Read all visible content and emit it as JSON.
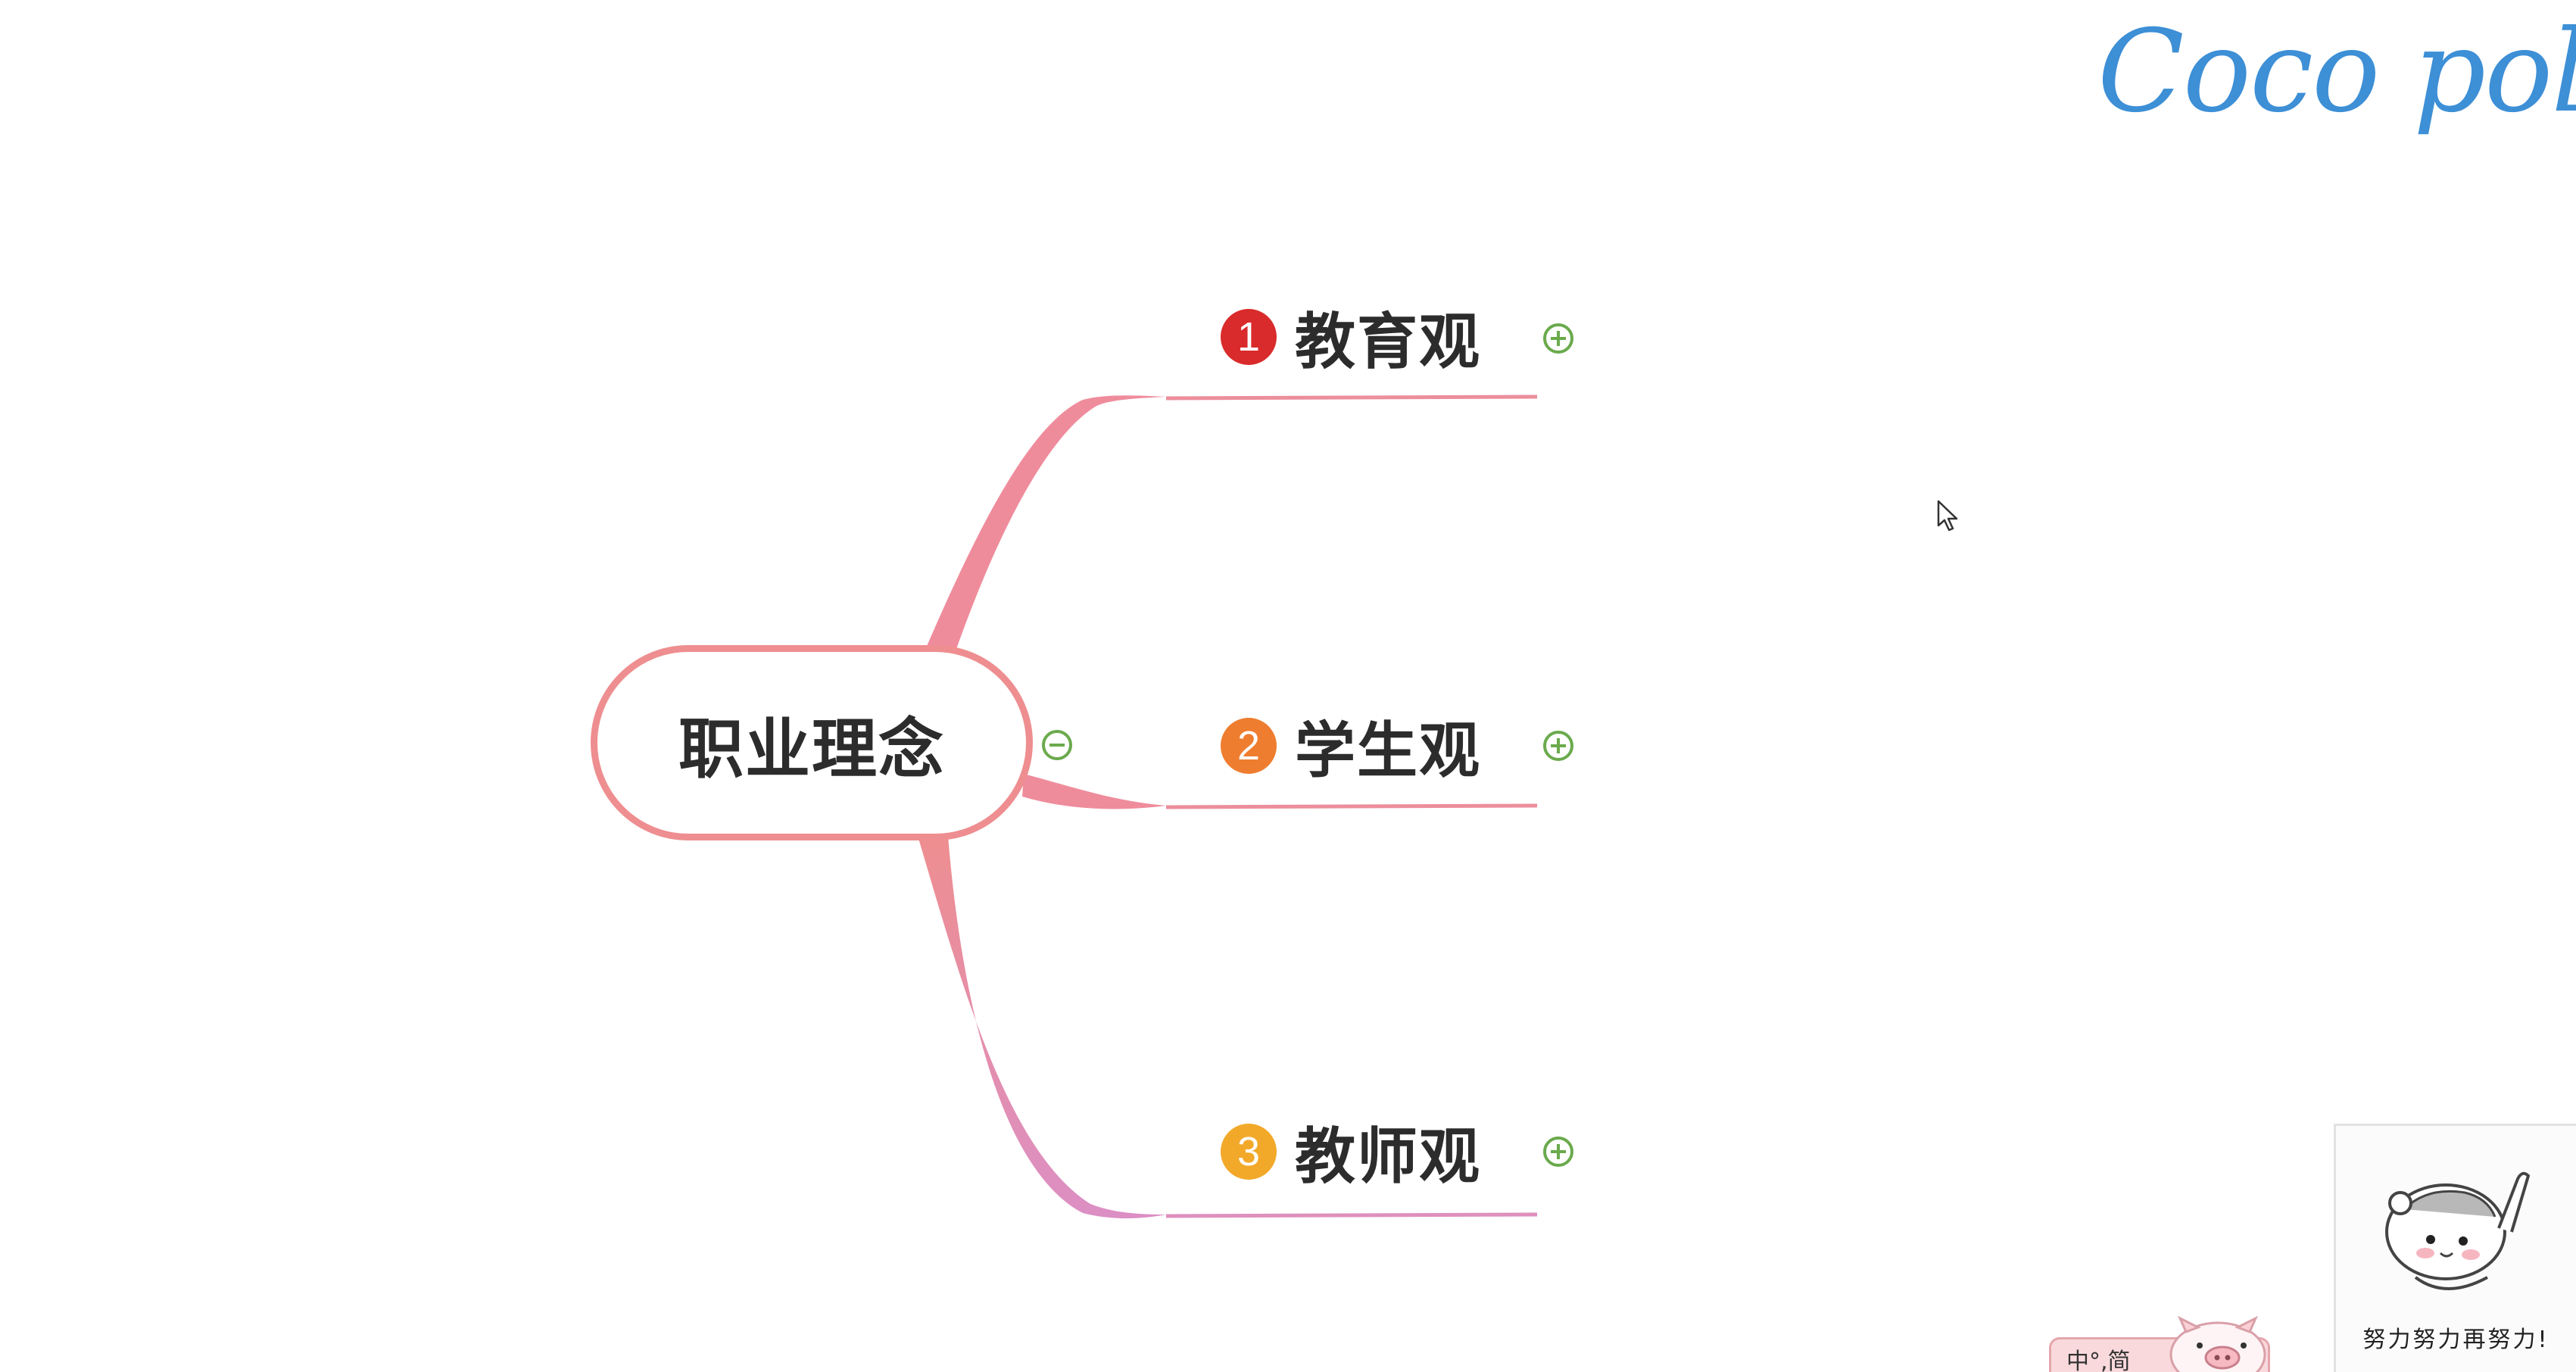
{
  "watermark": {
    "text": "Coco polaris"
  },
  "central_topic": {
    "label": "职业理念",
    "toggle": "collapse-icon",
    "border_color": "#ee8e90"
  },
  "branches": [
    {
      "number": "1",
      "label": "教育观",
      "badge_color": "#d92b2b",
      "toggle": "expand-icon",
      "line_color": "#ec8e9c"
    },
    {
      "number": "2",
      "label": "学生观",
      "badge_color": "#ee7d2f",
      "toggle": "expand-icon",
      "line_color": "#ec8e9c"
    },
    {
      "number": "3",
      "label": "教师观",
      "badge_color": "#f2a92a",
      "toggle": "expand-icon",
      "line_color": "#df90bd"
    }
  ],
  "sticker": {
    "caption": "努力努力再努力!",
    "icon": "hamster-icon"
  },
  "ime_status": {
    "text": "中°,简",
    "icon": "pig-icon"
  },
  "colors": {
    "watermark": "#3d8fd6",
    "toggle": "#6aaa4c"
  }
}
